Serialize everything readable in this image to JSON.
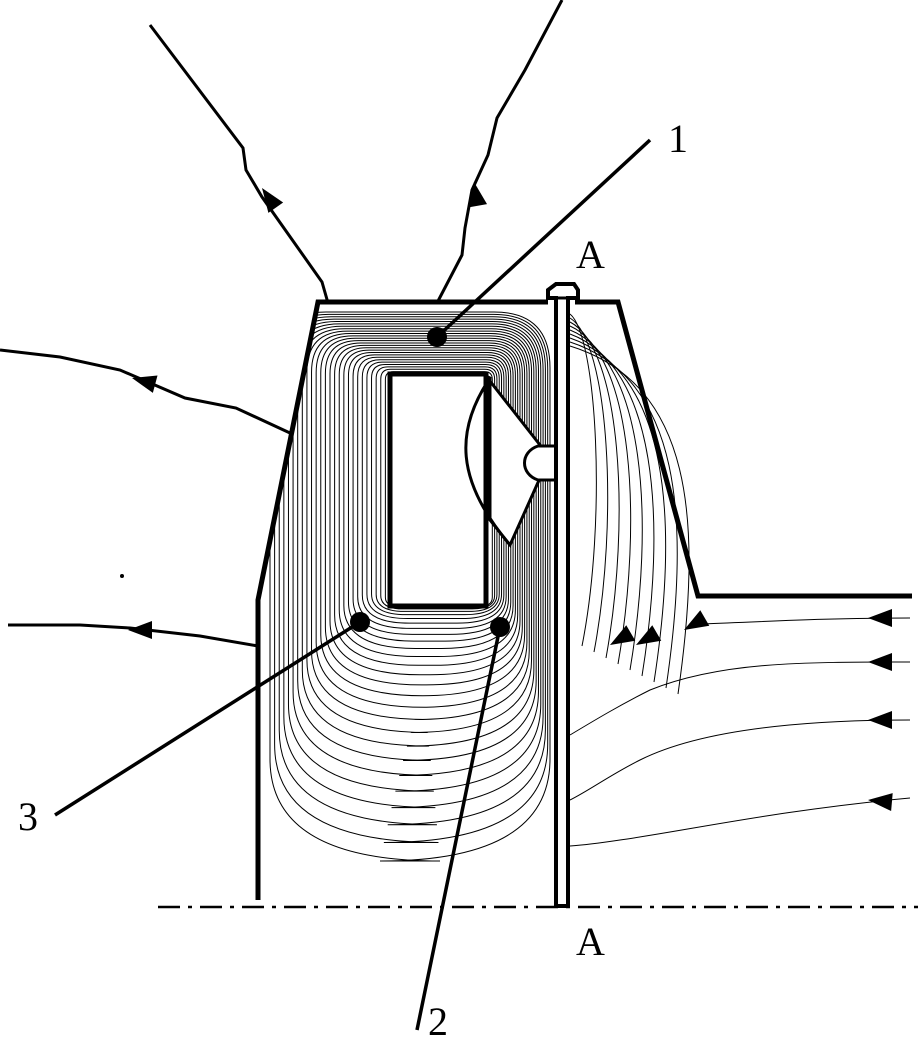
{
  "labels": {
    "label_1": "1",
    "label_2": "2",
    "label_3": "3",
    "section_top": "A",
    "section_bottom": "A"
  },
  "colors": {
    "ink": "#000000",
    "background": "#ffffff"
  }
}
